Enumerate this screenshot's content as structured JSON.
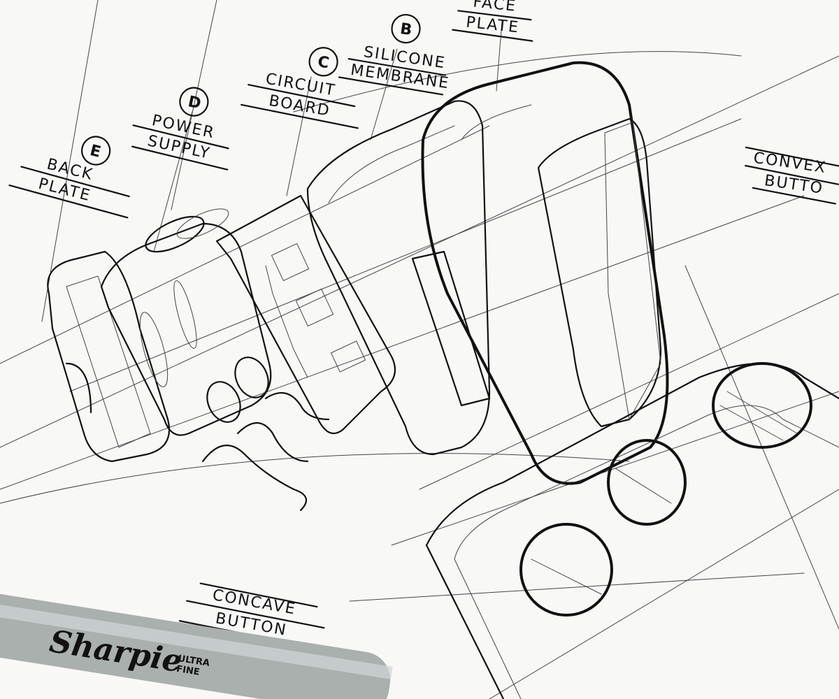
{
  "labels": {
    "face_plate": {
      "line1": "FACE",
      "line2": "PLATE"
    },
    "silicone_membrane": {
      "letter": "B",
      "line1": "SILICONE",
      "line2": "MEMBRANE"
    },
    "circuit_board": {
      "letter": "C",
      "line1": "CIRCUIT",
      "line2": "BOARD"
    },
    "power_supply": {
      "letter": "D",
      "line1": "POWER",
      "line2": "SUPPLY"
    },
    "back_plate": {
      "letter": "E",
      "line1": "BACK",
      "line2": "PLATE"
    },
    "convex_button": {
      "line1": "CONVEX",
      "line2": "BUTTO"
    },
    "concave_button": {
      "line1": "CONCAVE",
      "line2": "BUTTON"
    }
  },
  "marker": {
    "brand": "Sharpie",
    "line1": "ULTRA",
    "line2": "FINE"
  },
  "colors": {
    "paper": "#f8f9f7",
    "ink": "#111111",
    "marker_body": "#a9b0ae"
  }
}
